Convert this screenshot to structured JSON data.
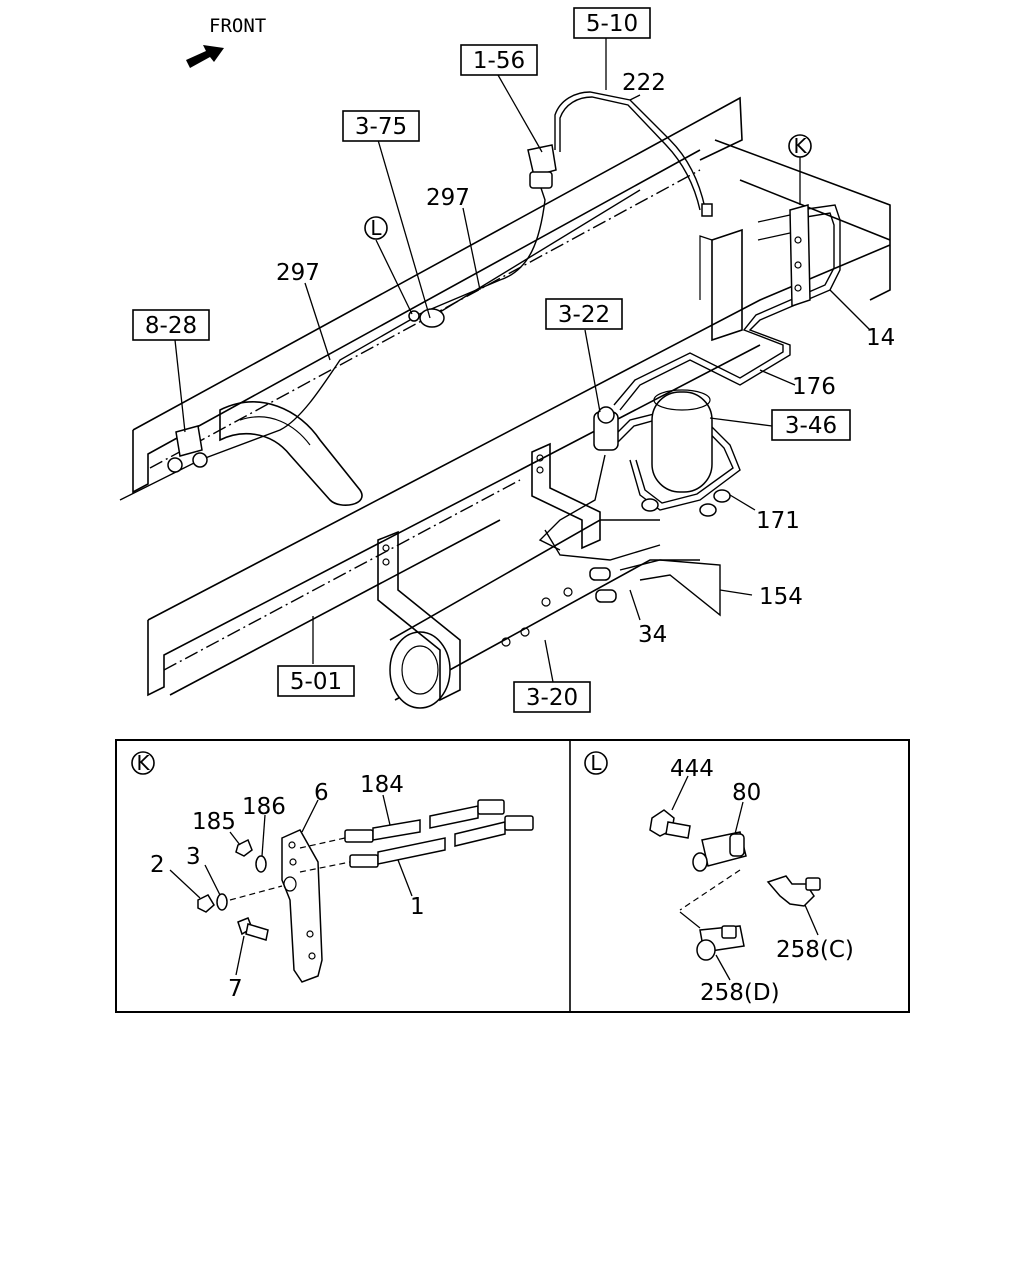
{
  "front_label": "FRONT",
  "ref_boxes": {
    "r5_10": "5-10",
    "r1_56": "1-56",
    "r3_75": "3-75",
    "r8_28": "8-28",
    "r3_22": "3-22",
    "r3_46": "3-46",
    "r5_01": "5-01",
    "r3_20": "3-20"
  },
  "callouts": {
    "c222": "222",
    "c297a": "297",
    "c297b": "297",
    "c14": "14",
    "c176": "176",
    "c171": "171",
    "c154": "154",
    "c34": "34"
  },
  "markers": {
    "k": "K",
    "l": "L"
  },
  "detail_k": {
    "marker": "K",
    "labels": {
      "p184": "184",
      "p186": "186",
      "p6": "6",
      "p185": "185",
      "p2": "2",
      "p3": "3",
      "p1": "1",
      "p7": "7"
    }
  },
  "detail_l": {
    "marker": "L",
    "labels": {
      "p444": "444",
      "p80": "80",
      "p258c": "258(C)",
      "p258d": "258(D)"
    }
  }
}
